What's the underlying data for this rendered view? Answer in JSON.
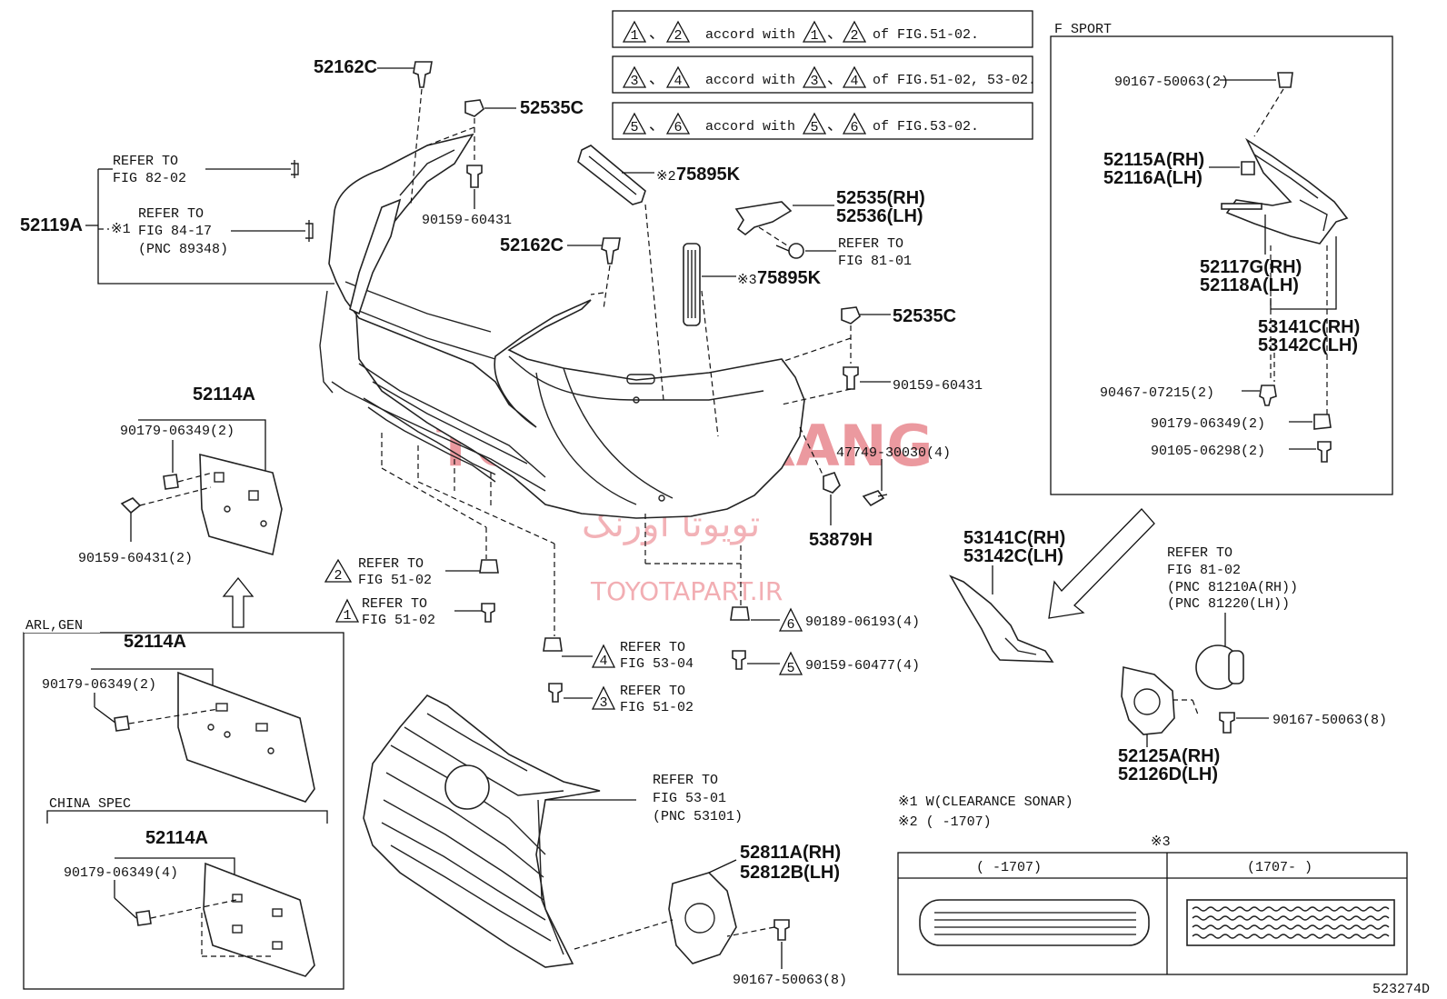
{
  "notes": {
    "row1": {
      "a": "1",
      "b": "2",
      "text": "accord with",
      "fig": "of FIG.51-02."
    },
    "row2": {
      "a": "3",
      "b": "4",
      "text": "accord with",
      "fig": "of FIG.51-02, 53-02."
    },
    "row3": {
      "a": "5",
      "b": "6",
      "text": "accord with",
      "fig": "of FIG.53-02."
    }
  },
  "labels": {
    "p52162c_top": "52162C",
    "p52535c_top": "52535C",
    "p90159_60431_top": "90159-60431",
    "p52119a": "52119A",
    "refer_82_02_a": "REFER TO",
    "refer_82_02_b": "FIG 82-02",
    "note1_mark": "※1",
    "refer_84_17_a": "REFER TO",
    "refer_84_17_b": "FIG 84-17",
    "refer_84_17_c": "(PNC 89348)",
    "p75895k_2": "75895K",
    "mark2": "※2",
    "p75895k_3": "75895K",
    "mark3": "※3",
    "p52162c_mid": "52162C",
    "p52535_rh": "52535(RH)",
    "p52536_lh": "52536(LH)",
    "refer_81_01_a": "REFER TO",
    "refer_81_01_b": "FIG 81-01",
    "p52535c_right": "52535C",
    "p90159_60431_right": "90159-60431",
    "p47749": "47749-30030(4)",
    "p53879h": "53879H",
    "p52114a_main": "52114A",
    "p90179_06349_2_main": "90179-06349(2)",
    "p90159_60431_2": "90159-60431(2)",
    "refer_51_02_2a": "REFER TO",
    "refer_51_02_2b": "FIG 51-02",
    "tri2": "2",
    "refer_51_02_1a": "REFER TO",
    "refer_51_02_1b": "FIG 51-02",
    "tri1": "1",
    "refer_53_04_a": "REFER TO",
    "refer_53_04_b": "FIG 53-04",
    "tri4": "4",
    "refer_51_02_3a": "REFER TO",
    "refer_51_02_3b": "FIG 51-02",
    "tri3": "3",
    "p90189": "90189-06193(4)",
    "tri6": "6",
    "p90159_60477": "90159-60477(4)",
    "tri5": "5",
    "arl_gen": "ARL,GEN",
    "p52114a_arl": "52114A",
    "p90179_06349_arl": "90179-06349(2)",
    "china_spec": "CHINA SPEC",
    "p52114a_china": "52114A",
    "p90179_06349_china": "90179-06349(4)",
    "refer_53_01_a": "REFER TO",
    "refer_53_01_b": "FIG 53-01",
    "refer_53_01_c": "(PNC 53101)",
    "p52811a": "52811A(RH)",
    "p52812b": "52812B(LH)",
    "p90167_50063_8_bottom": "90167-50063(8)",
    "f_sport": "F SPORT",
    "p90167_50063_2": "90167-50063(2)",
    "p52115a": "52115A(RH)",
    "p52116a": "52116A(LH)",
    "p52117g": "52117G(RH)",
    "p52118a": "52118A(LH)",
    "p53141c_fs": "53141C(RH)",
    "p53142c_fs": "53142C(LH)",
    "p90467": "90467-07215(2)",
    "p90179_06349_fs": "90179-06349(2)",
    "p90105": "90105-06298(2)",
    "p53141c": "53141C(RH)",
    "p53142c": "53142C(LH)",
    "refer_81_02_a": "REFER TO",
    "refer_81_02_b": "FIG 81-02",
    "refer_81_02_c": "(PNC 81210A(RH))",
    "refer_81_02_d": "(PNC 81220(LH))",
    "p90167_50063_8_right": "90167-50063(8)",
    "p52125a": "52125A(RH)",
    "p52126d": "52126D(LH)",
    "footnote1": "※1 W(CLEARANCE SONAR)",
    "footnote2": "※2 (     -1707)",
    "table_mark": "※3",
    "table_col1": "(     -1707)",
    "table_col2": "(1707-     )",
    "diagram_id": "523274D"
  },
  "watermark": {
    "main": "TOYOTA ORANG",
    "persian": "تویوتا اورنگ",
    "url": "TOYOTAPART.IR",
    "color": "#e8888f"
  }
}
